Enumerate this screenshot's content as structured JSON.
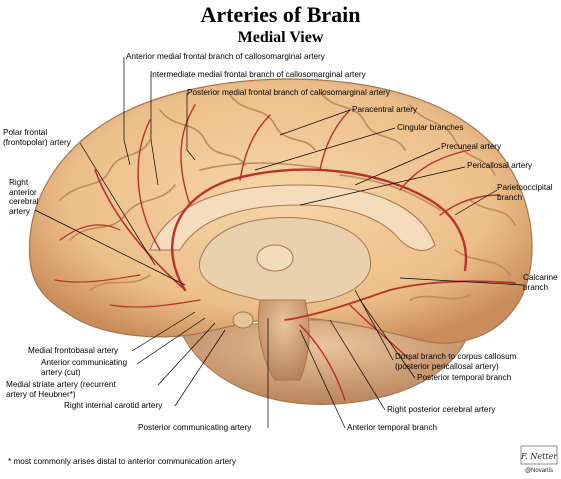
{
  "title": "Arteries of Brain",
  "subtitle": "Medial View",
  "labels": {
    "ant_medial_frontal": "Anterior medial frontal branch of callosomarginal artery",
    "intermediate_medial_frontal": "Intermediate medial frontal branch of callosomarginal artery",
    "post_medial_frontal": "Posterior medial frontal branch of callosomarginal artery",
    "paracentral": "Paracentral artery",
    "cingular": "Cingular branches",
    "precuneal": "Precuneal artery",
    "pericallosal": "Pericallosal artery",
    "parietooccipital": "Parietooccipital\nbranch",
    "polar_frontal": "Polar frontal\n(frontopolar) artery",
    "right_anterior_cerebral": "Right\nanterior\ncerebral\nartery",
    "calcarine": "Calcarine\nbranch",
    "medial_frontobasal": "Medial frontobasal artery",
    "anterior_communicating": "Anterior communicating\nartery (cut)",
    "medial_striate": "Medial striate artery (recurrent\nartery of Heubner*)",
    "right_internal_carotid": "Right internal carotid artery",
    "posterior_communicating": "Posterior communicating artery",
    "anterior_temporal": "Anterior temporal branch",
    "right_posterior_cerebral": "Right posterior cerebral artery",
    "posterior_temporal": "Posterior temporal branch",
    "dorsal_corpus_callosum": "Dorsal branch to corpus callosum\n(posterior pericallosal artery)"
  },
  "footnote": "* most commonly arises distal to anterior communication artery",
  "logo_text": "F. Netter",
  "copyright": "@Novartis",
  "colors": {
    "brain_fill": "#f0c896",
    "brain_shadow": "#c8895a",
    "artery": "#b8322a",
    "leader": "#000000"
  }
}
